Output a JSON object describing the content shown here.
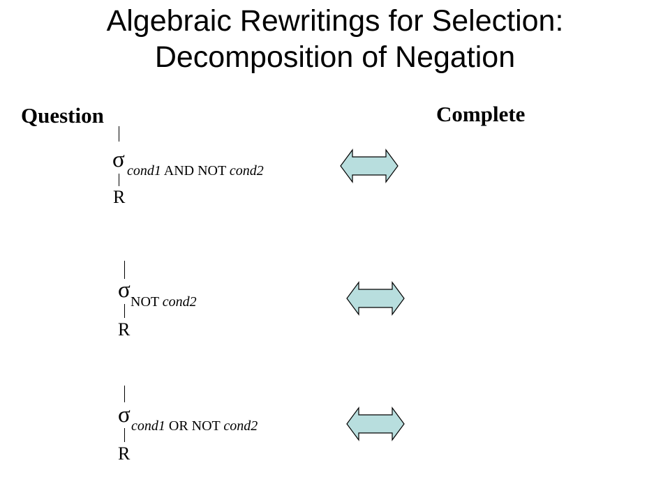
{
  "slide": {
    "title_line1": "Algebraic Rewritings for Selection:",
    "title_line2": "Decomposition of Negation"
  },
  "columns": {
    "left_header": "Question",
    "right_header": "Complete"
  },
  "rows": [
    {
      "symbol": "σ",
      "cond_part1": "cond1",
      "cond_part2": " AND NOT ",
      "cond_part3": "cond2",
      "relation": "R"
    },
    {
      "symbol": "σ",
      "cond_part1": "",
      "cond_part2": "NOT ",
      "cond_part3": "cond2",
      "relation": "R"
    },
    {
      "symbol": "σ",
      "cond_part1": "cond1",
      "cond_part2": " OR NOT ",
      "cond_part3": "cond2",
      "relation": "R"
    }
  ],
  "colors": {
    "arrow_fill": "#b8dede",
    "arrow_stroke": "#000000"
  }
}
